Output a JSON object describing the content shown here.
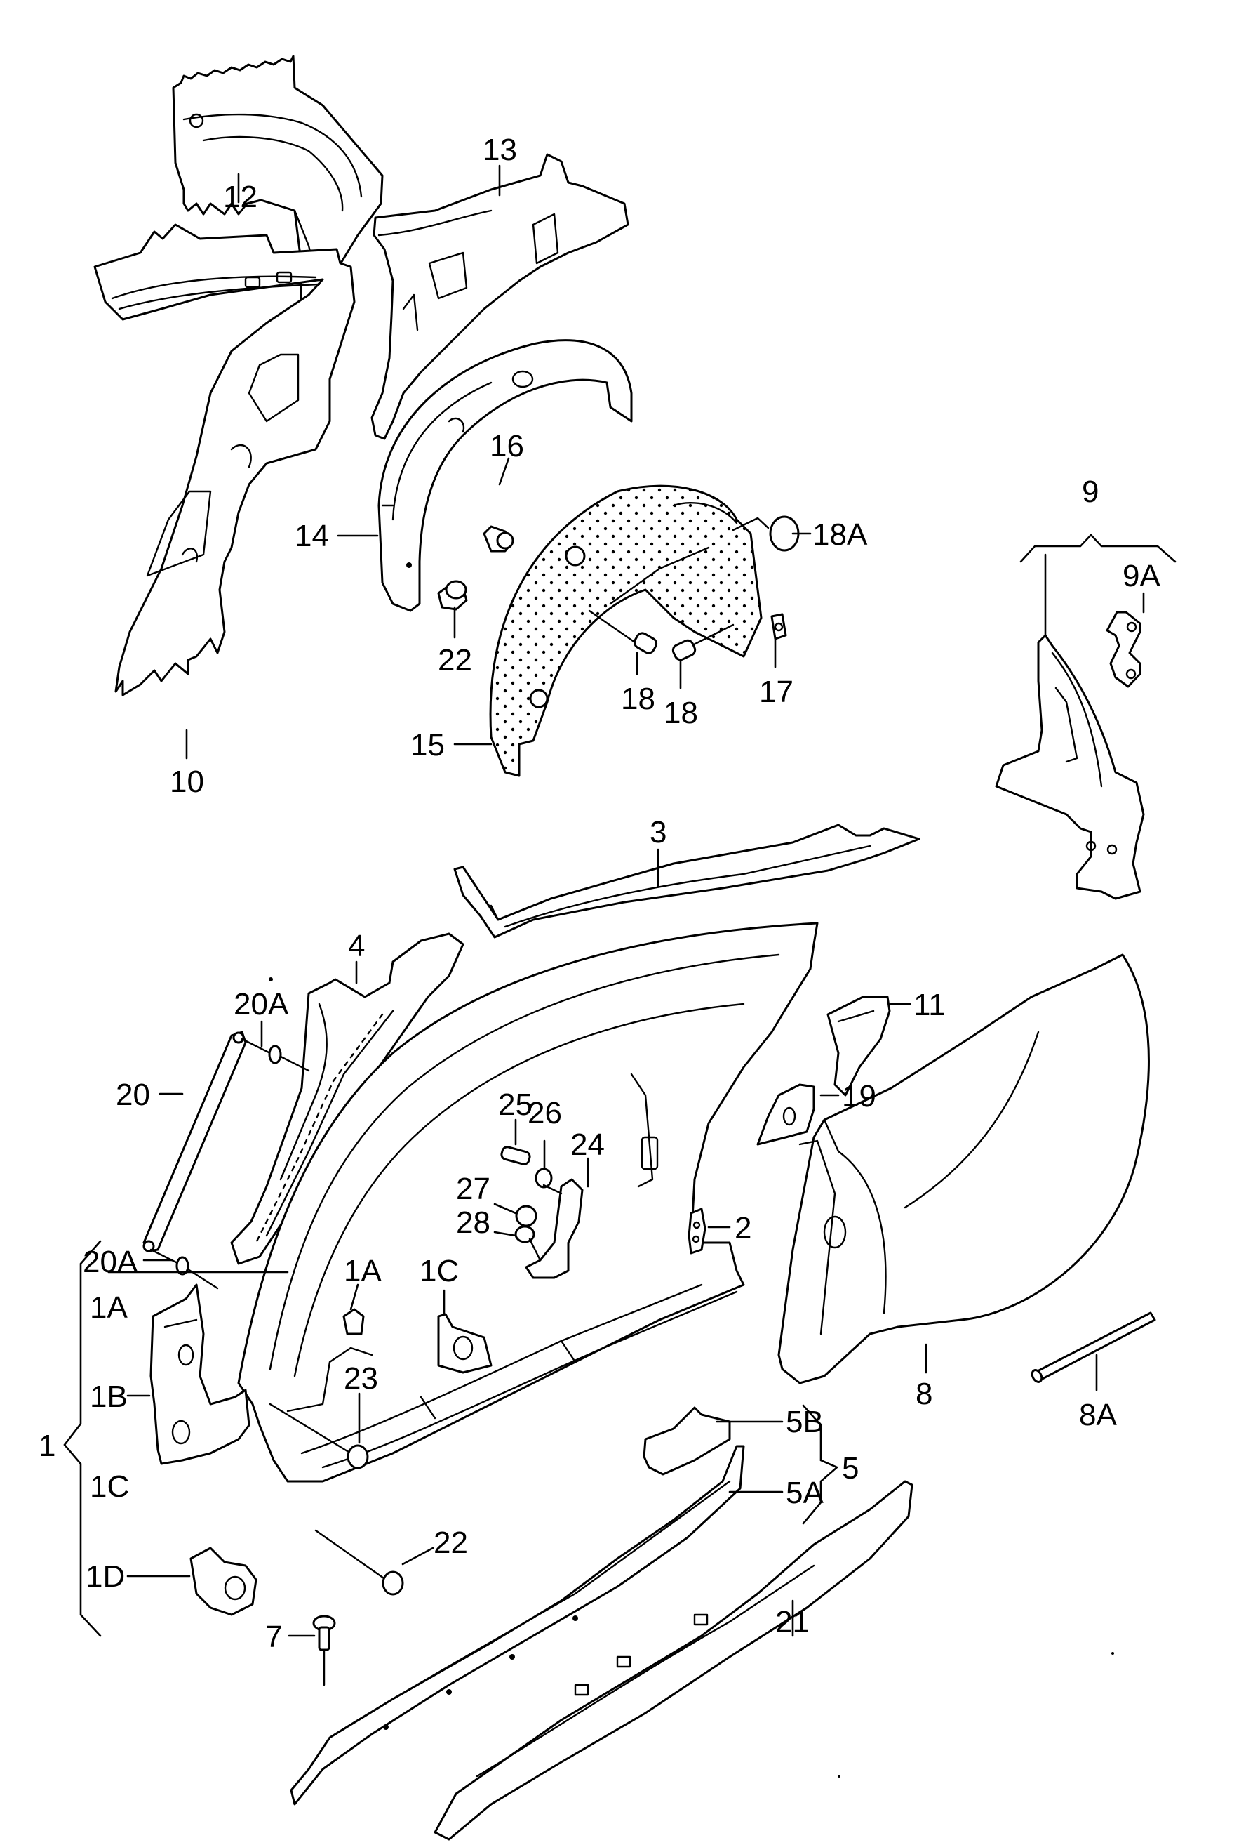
{
  "diagram": {
    "type": "exploded parts diagram",
    "subject": "vehicle side panel / body structure (side section)",
    "background": "#ffffff",
    "ink": "#000000"
  },
  "callouts": [
    {
      "id": "c12",
      "text": "12"
    },
    {
      "id": "c13",
      "text": "13"
    },
    {
      "id": "c14",
      "text": "14"
    },
    {
      "id": "c16",
      "text": "16"
    },
    {
      "id": "c18A",
      "text": "18A"
    },
    {
      "id": "c22a",
      "text": "22"
    },
    {
      "id": "c18a",
      "text": "18"
    },
    {
      "id": "c18b",
      "text": "18"
    },
    {
      "id": "c17",
      "text": "17"
    },
    {
      "id": "c15",
      "text": "15"
    },
    {
      "id": "c10",
      "text": "10"
    },
    {
      "id": "c9",
      "text": "9"
    },
    {
      "id": "c9A",
      "text": "9A"
    },
    {
      "id": "c3",
      "text": "3"
    },
    {
      "id": "c4",
      "text": "4"
    },
    {
      "id": "c20Aa",
      "text": "20A"
    },
    {
      "id": "c11",
      "text": "11"
    },
    {
      "id": "c20",
      "text": "20"
    },
    {
      "id": "c25",
      "text": "25"
    },
    {
      "id": "c26",
      "text": "26"
    },
    {
      "id": "c24",
      "text": "24"
    },
    {
      "id": "c19",
      "text": "19"
    },
    {
      "id": "c27",
      "text": "27"
    },
    {
      "id": "c2",
      "text": "2"
    },
    {
      "id": "c20Ab",
      "text": "20A"
    },
    {
      "id": "c28",
      "text": "28"
    },
    {
      "id": "c1Aa",
      "text": "1A"
    },
    {
      "id": "c1Ca",
      "text": "1C"
    },
    {
      "id": "c1Ab",
      "text": "1A"
    },
    {
      "id": "c23",
      "text": "23"
    },
    {
      "id": "c1B",
      "text": "1B"
    },
    {
      "id": "c8",
      "text": "8"
    },
    {
      "id": "c8A",
      "text": "8A"
    },
    {
      "id": "c1",
      "text": "1"
    },
    {
      "id": "c5B",
      "text": "5B"
    },
    {
      "id": "c5",
      "text": "5"
    },
    {
      "id": "c1Cb",
      "text": "1C"
    },
    {
      "id": "c5A",
      "text": "5A"
    },
    {
      "id": "c22b",
      "text": "22"
    },
    {
      "id": "c1D",
      "text": "1D"
    },
    {
      "id": "c7",
      "text": "7"
    },
    {
      "id": "c21",
      "text": "21"
    }
  ]
}
